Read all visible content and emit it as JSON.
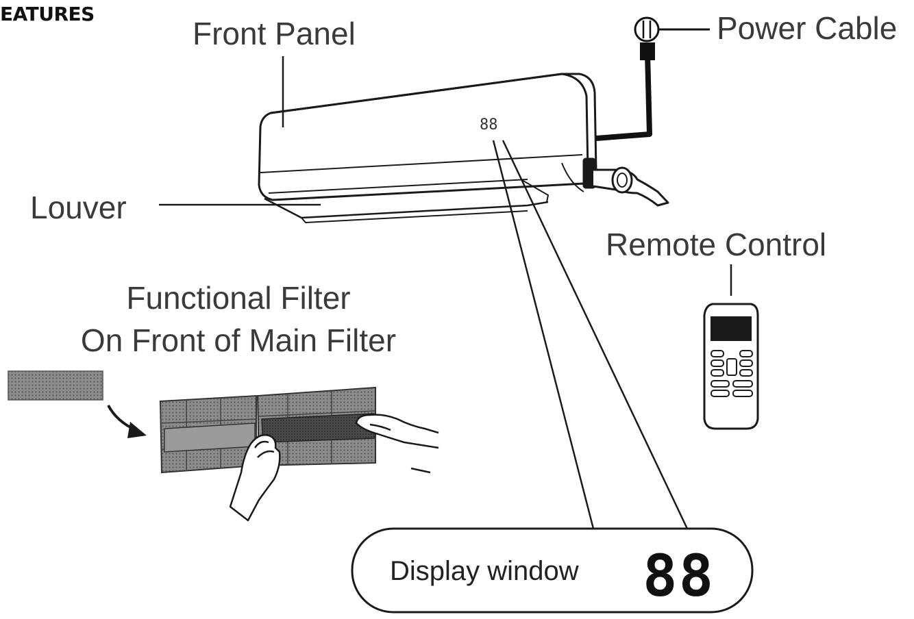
{
  "header": {
    "title": "EATURES"
  },
  "labels": {
    "front_panel": "Front Panel",
    "power_cable": "Power Cable",
    "louver": "Louver",
    "remote_control": "Remote Control",
    "filter_line1": "Functional Filter",
    "filter_line2": "On Front of Main Filter",
    "display_window": "Display window"
  },
  "display": {
    "digits": "88"
  },
  "unit": {
    "digits": "88"
  },
  "icons": [
    "air-conditioner-unit-icon",
    "power-plug-icon",
    "remote-control-icon",
    "filter-panel-icon",
    "hand-icon",
    "curved-arrow-icon"
  ],
  "colors": {
    "ink": "#1a1a1a",
    "text": "#3a3a3a",
    "filter_fill": "#7a7a7a",
    "background": "#ffffff"
  }
}
